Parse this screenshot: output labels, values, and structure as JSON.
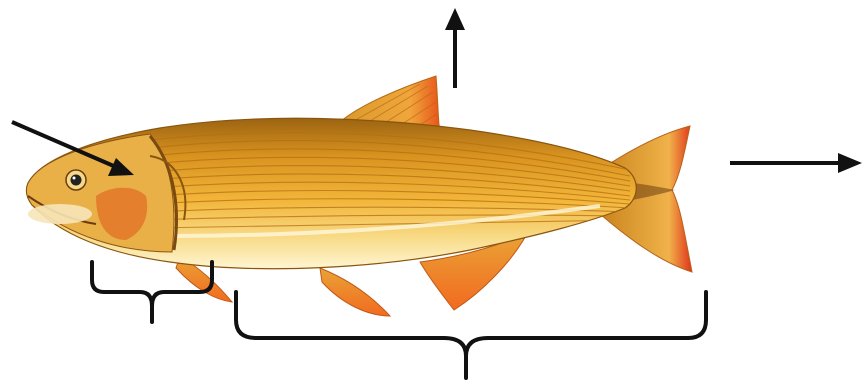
{
  "diagram": {
    "subject": "fish",
    "colors": {
      "body": "#e8a52a",
      "back": "#a8701a",
      "belly": "#fff3c8",
      "fin": "#f0a93a",
      "fin_edge": "#e8541a",
      "tail_edge": "#e0321a",
      "stripe": "#c97f16",
      "head_plate": "#e07a2a",
      "line": "#111111"
    },
    "pointers": [
      {
        "name": "arrow-to-head"
      },
      {
        "name": "arrow-up-above-dorsal-fin"
      },
      {
        "name": "arrow-right-past-tail"
      }
    ],
    "brackets": [
      {
        "name": "head-brace"
      },
      {
        "name": "body-brace"
      }
    ]
  }
}
